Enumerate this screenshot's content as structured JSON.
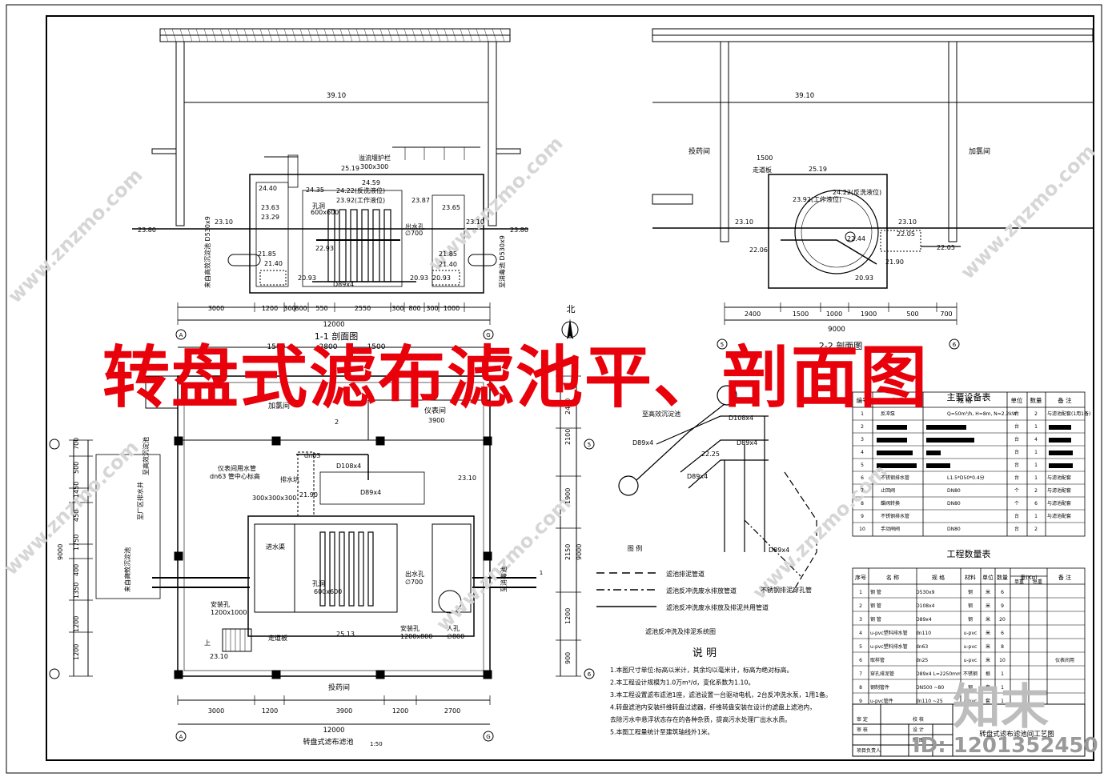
{
  "main_title": "转盘式滤布滤池平、剖面图",
  "logo_text": "知末",
  "watermark_id": "ID: 1201352450",
  "watermark_site": "www.znzmo.com",
  "section1": {
    "title": "1-1 剖面图",
    "scale": "1:50",
    "roof_span": "39.10",
    "elevations": [
      "23.80",
      "23.10",
      "24.40",
      "23.63",
      "23.29",
      "24.35",
      "24.22(反洗液位)",
      "24.59",
      "23.92(工作液位)",
      "23.87",
      "23.65",
      "23.10",
      "23.80",
      "25.19",
      "21.85",
      "21.40",
      "21.85",
      "21.40",
      "20.93",
      "20.93",
      "22.93",
      "20.93"
    ],
    "labels": [
      "溢流堰护栏",
      "300x300",
      "孔洞",
      "600x600",
      "出水孔",
      "∅700",
      "D89x4"
    ],
    "side_left": "来自高效沉淀池 D530x9",
    "side_right": "至消毒池 D530x9",
    "dims": [
      "3000",
      "1200",
      "300",
      "800",
      "550",
      "2550",
      "300",
      "800",
      "300",
      "1000"
    ],
    "total": "12000",
    "axis_left": "A",
    "axis_right": "G"
  },
  "section2": {
    "title": "2-2 剖面图",
    "roof_span": "39.10",
    "room_left": "投药间",
    "room_right": "加氯间",
    "elevations": [
      "1500",
      "走道板",
      "25.19",
      "24.22(反洗液位)",
      "23.92(工作液位)",
      "23.10",
      "23.10",
      "22.44",
      "22.05",
      "22.05",
      "22.06",
      "21.90",
      "20.93"
    ],
    "dims": [
      "2400",
      "1500",
      "1000",
      "1900",
      "500",
      "700"
    ],
    "total": "9000",
    "axis_left": "5",
    "axis_right": "6"
  },
  "plan": {
    "title": "转盘式滤布滤池",
    "scale": "1:50",
    "north": "北",
    "rooms": [
      "加氯间",
      "仪表间",
      "投药间"
    ],
    "labels": [
      "3900",
      "dn63",
      "仪表间用水管",
      "dn63 管中心标高",
      "D108x4",
      "排水坑",
      "300x300x300",
      "21.90",
      "D89x4",
      "进水渠",
      "孔洞",
      "600x600",
      "出水孔",
      "∅700",
      "安装孔",
      "1200x1000",
      "25.13",
      "走道板",
      "安装孔",
      "1200x800",
      "人孔",
      "∅800",
      "23.10",
      "23.10",
      "2",
      "上"
    ],
    "side_labels": [
      "来自高效沉淀池",
      "至消毒池",
      "至厂区排水井",
      "至高效沉淀池"
    ],
    "top_dims": [
      "1500",
      "2800",
      "1500"
    ],
    "bottom_dims": [
      "3000",
      "1200",
      "3900",
      "1200",
      "2700"
    ],
    "left_dims": [
      "700",
      "500",
      "1450",
      "450",
      "1750",
      "400",
      "1350",
      "1200",
      "1200"
    ],
    "left_total": "9000",
    "right_dims": [
      "2400",
      "2100",
      "1900",
      "2150",
      "1200",
      "900"
    ],
    "right_total": "9000",
    "bottom_total": "12000",
    "axis_marks": [
      "A",
      "G",
      "1",
      "1",
      "5",
      "6"
    ]
  },
  "system": {
    "title": "滤池反冲洗及排泥系统图",
    "labels": [
      "至高效沉淀池",
      "D108x4",
      "D89x4",
      "D89x4",
      "22.25",
      "D89x4",
      "D89x4",
      "不锈钢排泥穿孔管"
    ],
    "legend_title": "图    例",
    "legend": [
      {
        "style": "dash",
        "text": "滤池排泥管道"
      },
      {
        "style": "dashdot",
        "text": "滤池反冲洗废水排放管道"
      },
      {
        "style": "solid",
        "text": "滤池反冲洗废水排放及排泥共用管道"
      }
    ]
  },
  "notes": {
    "title": "说    明",
    "items": [
      "1.本图尺寸单位:标高以米计，其余均以毫米计，标高为绝对标高。",
      "2.本工程设计规模为1.0万m³/d，变化系数为1.10。",
      "3.本工程设置滤布滤池1座，滤池设置一台驱动电机，2台反冲洗水泵，1用1备。",
      "4.转盘滤池内安装纤维转盘过滤器，纤维转盘安装在设计的滤盘上滤池内，",
      "   去除污水中悬浮状态存在的各种杂质，提高污水处理厂出水水质。",
      "5.本图工程量统计至建筑轴线外1米。"
    ]
  },
  "equipment_table": {
    "title": "主要设备表",
    "headers": [
      "编号",
      "名    称",
      "规    格",
      "单位",
      "数量",
      "备  注"
    ],
    "rows": [
      [
        "1",
        "反冲泵",
        "Q=50m³/h, H=8m, N=2.2kW",
        "台",
        "2",
        "与滤池配套(1用1备)"
      ],
      [
        "2",
        "",
        "",
        "台",
        "1",
        ""
      ],
      [
        "3",
        "",
        "",
        "台",
        "4",
        ""
      ],
      [
        "4",
        "",
        "",
        "台",
        "1",
        ""
      ],
      [
        "5",
        "",
        "",
        "台",
        "1",
        ""
      ],
      [
        "6",
        "不锈钢排水管",
        "L1.5*D50*0.4分",
        "台",
        "1",
        "与滤池配套"
      ],
      [
        "7",
        "止回阀",
        "DN80",
        "个",
        "2",
        "与滤池配套"
      ],
      [
        "8",
        "蝶阀转换",
        "DN80",
        "个",
        "6",
        "与滤池配套"
      ],
      [
        "9",
        "不锈钢排水管",
        "",
        "台",
        "1",
        "与滤池配套"
      ],
      [
        "10",
        "手动闸阀",
        "DN80",
        "台",
        "2",
        ""
      ]
    ]
  },
  "quantity_table": {
    "title": "工程数量表",
    "headers": [
      "序号",
      "名    称",
      "规    格",
      "材料",
      "单位",
      "数量",
      "重(Kg)",
      "备  注"
    ],
    "sub_headers": [
      "单重",
      "总重"
    ],
    "rows": [
      [
        "1",
        "钢    管",
        "D530x9",
        "钢",
        "米",
        "6",
        "",
        ""
      ],
      [
        "2",
        "钢    管",
        "D108x4",
        "钢",
        "米",
        "9",
        "",
        ""
      ],
      [
        "3",
        "钢    管",
        "D89x4",
        "钢",
        "米",
        "20",
        "",
        ""
      ],
      [
        "4",
        "u-pvc塑料排水管",
        "dn110",
        "u-pvc",
        "米",
        "6",
        "",
        ""
      ],
      [
        "5",
        "u-pvc塑料排水管",
        "dn63",
        "u-pvc",
        "米",
        "8",
        "",
        ""
      ],
      [
        "6",
        "取样管",
        "dn25",
        "u-pvc",
        "米",
        "10",
        "",
        "仪表间用"
      ],
      [
        "7",
        "穿孔排泥管",
        "D89x4 L=2250mm",
        "不锈钢",
        "根",
        "1",
        "",
        ""
      ],
      [
        "8",
        "钢制管件",
        "DN500 ~80",
        "钢",
        "套",
        "1",
        "",
        ""
      ],
      [
        "9",
        "u-pvc管件",
        "dn110 ~25",
        "u-pvc",
        "套",
        "1",
        "",
        ""
      ]
    ]
  },
  "title_block": {
    "drawing_name": "转盘式滤布滤池间工艺图",
    "labels": [
      "审    定",
      "校    核",
      "审    核",
      "设    计",
      "项目负责人",
      "制    图"
    ]
  }
}
